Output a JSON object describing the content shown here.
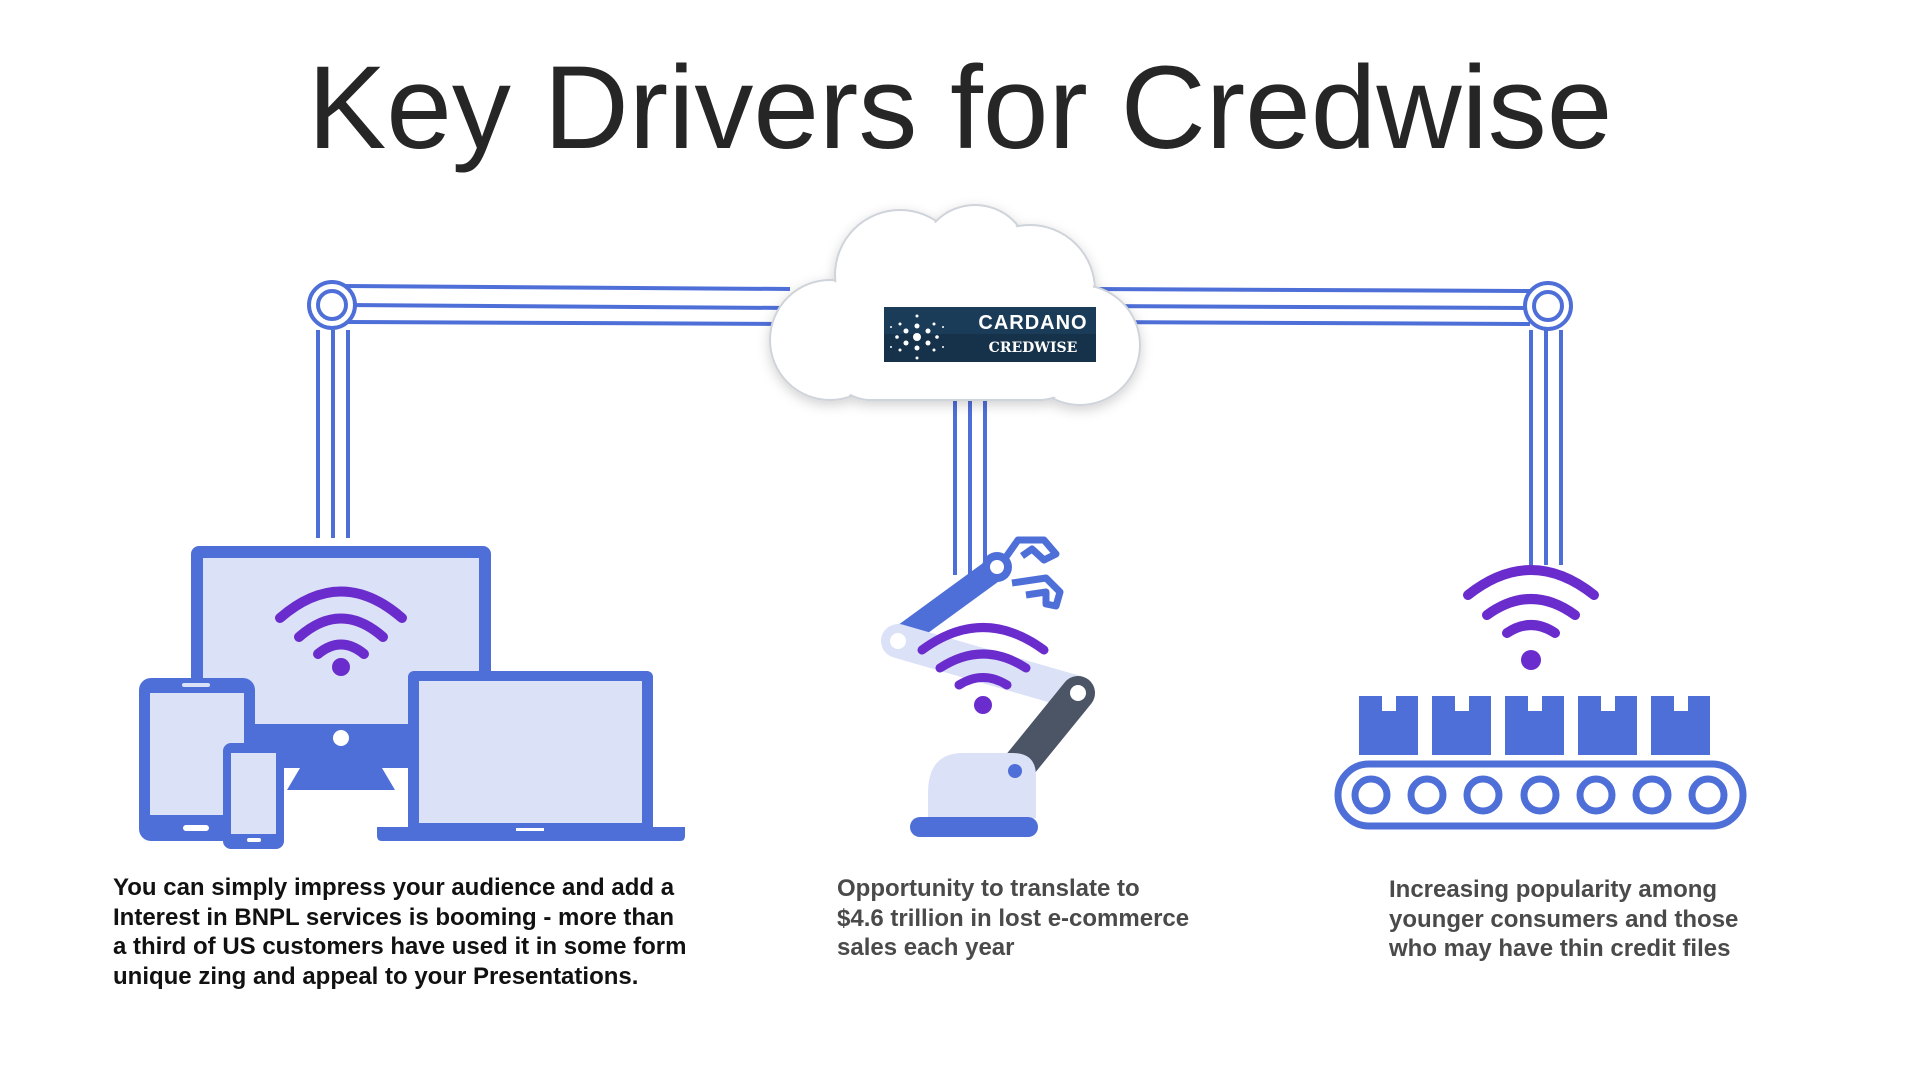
{
  "title": "Key Drivers for Credwise",
  "logo": {
    "line1": "CARDANO",
    "line2": "CREDWISE"
  },
  "captions": {
    "left": [
      "You can simply impress your audience and add a",
      "Interest in BNPL services is booming -  more than",
      "a third of US customers have used it in some form",
      "unique zing and appeal to your Presentations."
    ],
    "middle": [
      "Opportunity to translate to",
      "$4.6 trillion in lost e-commerce",
      "sales each year"
    ],
    "right": [
      "Increasing popularity among",
      "younger consumers and those",
      "who may have thin credit files"
    ]
  },
  "icons": {
    "cloud": "cloud-icon",
    "devices": "devices-icon",
    "robot_arm": "robot-arm-icon",
    "conveyor": "conveyor-belt-icon",
    "wifi": "wifi-icon"
  },
  "colors": {
    "primary_blue": "#4f6fd8",
    "light_fill": "#dbe1f7",
    "wifi_purple": "#6a2ccc",
    "arm_gray": "#4b5566",
    "title": "#262626",
    "logo_bg": "#16324b"
  }
}
